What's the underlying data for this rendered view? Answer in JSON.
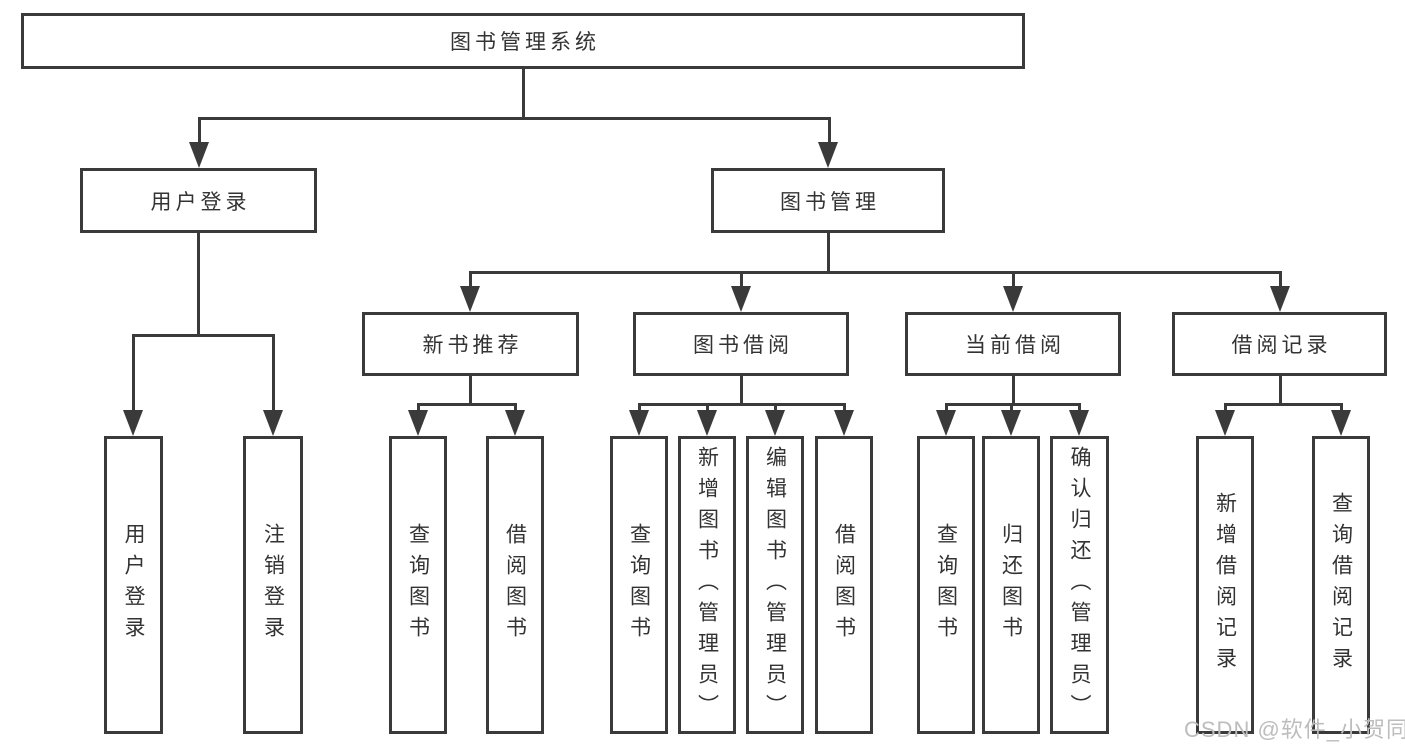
{
  "tree": {
    "root": {
      "label": "图书管理系统"
    },
    "level1": [
      {
        "label": "用户登录"
      },
      {
        "label": "图书管理"
      }
    ],
    "level2": [
      {
        "label": "新书推荐"
      },
      {
        "label": "图书借阅"
      },
      {
        "label": "当前借阅"
      },
      {
        "label": "借阅记录"
      }
    ],
    "leaves": {
      "login": [
        "用户登录",
        "注销登录"
      ],
      "recommend": [
        "查询图书",
        "借阅图书"
      ],
      "borrow": [
        "查询图书",
        "新增图书（管理员）",
        "编辑图书（管理员）",
        "借阅图书"
      ],
      "current": [
        "查询图书",
        "归还图书",
        "确认归还（管理员）"
      ],
      "records": [
        "新增借阅记录",
        "查询借阅记录"
      ]
    }
  },
  "watermark": "CSDN @软件_小贺同学",
  "colors": {
    "stroke": "#3a3a3a",
    "text": "#333333",
    "watermark": "#bdbdbd",
    "background": "#ffffff"
  }
}
